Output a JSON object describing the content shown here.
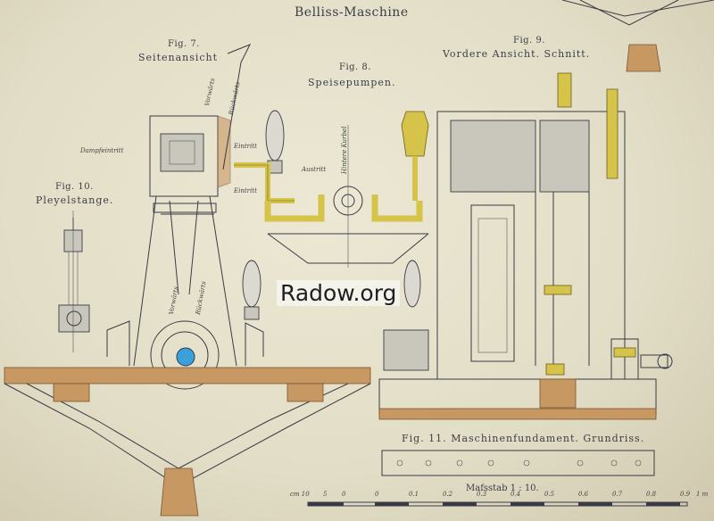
{
  "title": "Belliss-Maschine",
  "fig7": {
    "number": "Fig. 7.",
    "title": "Seitenansicht"
  },
  "fig8": {
    "number": "Fig. 8.",
    "title": "Speisepumpen."
  },
  "fig9": {
    "number": "Fig. 9.",
    "title": "Vordere Ansicht. Schnitt."
  },
  "fig10": {
    "number": "Fig. 10.",
    "title": "Pleyelstange."
  },
  "fig11": {
    "number": "Fig. 11.",
    "title": "Maschinenfundament. Grundriss."
  },
  "annotations": {
    "dampfeintritt": "Dampfeintritt",
    "eintritt1": "Eintritt",
    "eintritt2": "Eintritt",
    "austritt": "Austritt",
    "rueckwaerts": "Rückwärts",
    "vorwaerts": "Vorwärts",
    "hintere_kurbel": "Hintere Kurbel"
  },
  "scale": {
    "label": "Mafsstab 1 : 10.",
    "unit_left": "cm 10",
    "ticks": [
      "5",
      "0",
      "0",
      "0.1",
      "0.2",
      "0.3",
      "0.4",
      "0.5",
      "0.6",
      "0.7",
      "0.8",
      "0.9",
      "1 m"
    ]
  },
  "watermark": "Radow.org",
  "colors": {
    "paper": "#e6e1cb",
    "ink": "#3a3a46",
    "brass": "#d6c34a",
    "wood": "#c89862",
    "water_blue": "#3aa0d8"
  }
}
